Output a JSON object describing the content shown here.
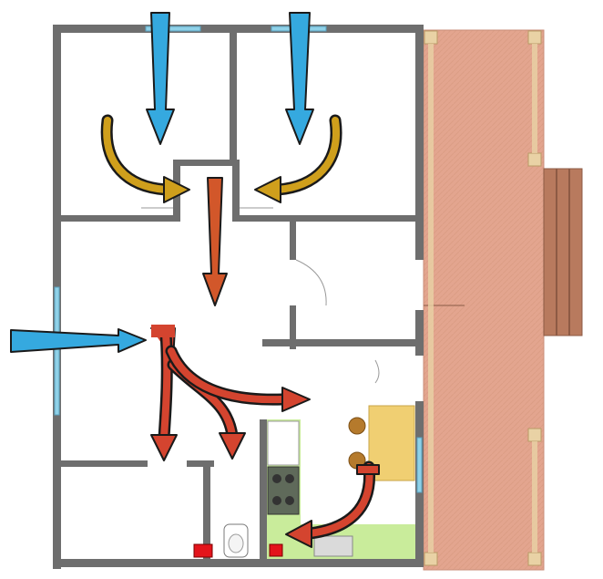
{
  "colors": {
    "wall": "#6e6e6e",
    "floor": "#ffffff",
    "terrace": "#e3a58f",
    "terrace_edge": "#c98e78",
    "stairs": "#b87a5e",
    "post": "#e9d2a5",
    "window": "#8fd1e8",
    "kitchen_floor": "#c9ec9b",
    "table": "#f0cf72",
    "chair": "#b57a2c",
    "radiator": "#e3141b",
    "arrow_fresh_air": "#35a9df",
    "arrow_overflow": "#cf9f1c",
    "arrow_extract_hall": "#d2572a",
    "arrow_extract": "#d4442f",
    "arrow_outline": "#1a1a1a"
  },
  "arrow_kinds": [
    "fresh-air-inflow",
    "overflow-air",
    "hall-air",
    "extract-air"
  ]
}
